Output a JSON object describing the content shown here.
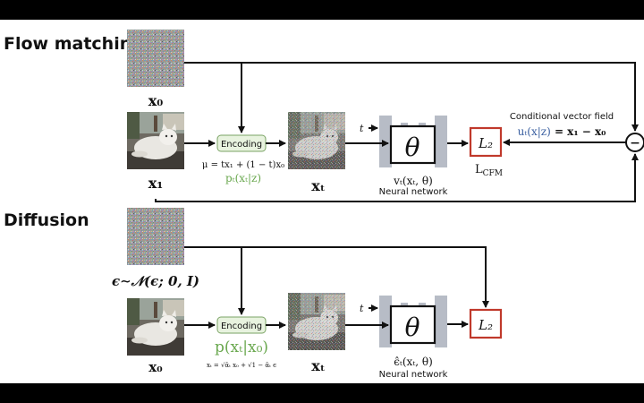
{
  "sections": {
    "flow": {
      "title": "Flow matching",
      "x0_label": "x₀",
      "x1_label": "x₁",
      "xt_label": "xₜ",
      "encoding_label": "Encoding",
      "mu_formula": "μ = tx₁ + (1 − t)x₀",
      "pt_formula": "pₜ(xₜ|z)",
      "t_input": "t",
      "theta": "θ",
      "vt_label": "vₜ(xₜ, θ)",
      "nn_label": "Neural network",
      "loss": "L₂",
      "loss_name": "L",
      "loss_sub": "CFM",
      "cvf_title": "Conditional vector field",
      "cvf_formula_u": "uₜ(x|z)",
      "cvf_formula_rest": " = x₁ − x₀",
      "minus": "−"
    },
    "diffusion": {
      "title": "Diffusion",
      "eps_label": "ϵ∼𝒩(ϵ; 0, I)",
      "x0_label": "x₀",
      "xt_label": "xₜ",
      "encoding_label": "Encoding",
      "p_formula": "p(xₜ|x₀)",
      "xt_formula": "xₜ = √ᾱₜ x₀ + √1 − ᾱₜ ϵ",
      "t_input": "t",
      "theta": "θ",
      "eps_hat_label": "ϵ̂ₜ(xₜ, θ)",
      "nn_label": "Neural network",
      "loss": "L₂"
    }
  },
  "colors": {
    "loss_border": "#c0392b",
    "encoding_fill": "#e8f3df",
    "encoding_border": "#7aa364",
    "network_gray": "#b7bcc6",
    "formula_green": "#6aa84f",
    "formula_blue": "#3a5fa0"
  },
  "icons": {
    "noise_image": "noise-image-icon",
    "cat_image": "cat-photo-icon",
    "noisy_cat_image": "noisy-cat-photo-icon",
    "network": "neural-network-icon",
    "subtract": "subtract-circle-icon"
  }
}
